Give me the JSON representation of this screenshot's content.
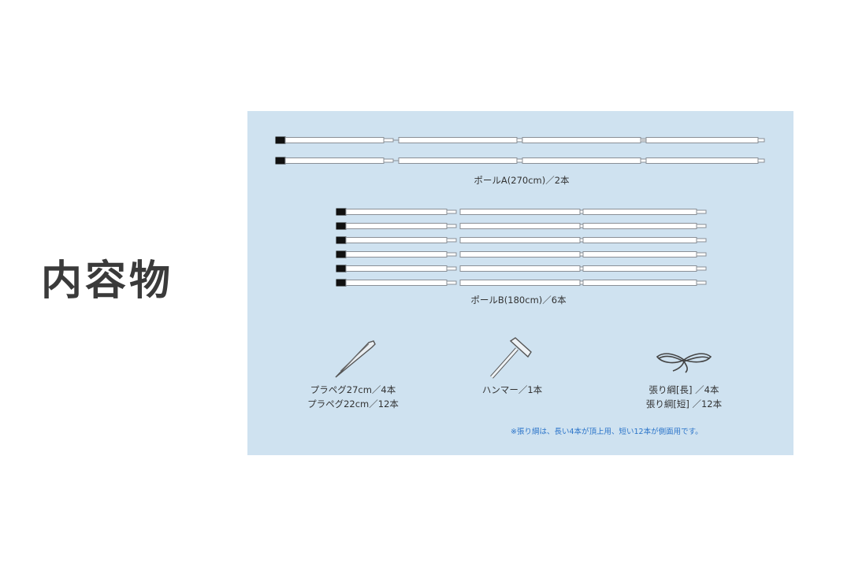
{
  "heading": "内容物",
  "colors": {
    "panel_bg": "#cfe2f0",
    "heading": "#3a3a3a",
    "note": "#2b74c9",
    "pole_cap": "#111111",
    "pole_body": "#ffffff",
    "pole_outline": "#8a8f96"
  },
  "contents": {
    "pole_a": {
      "label": "ポールA(270cm)／2本",
      "count": 2,
      "segments": 4,
      "icon": "pole-icon"
    },
    "pole_b": {
      "label": "ポールB(180cm)／6本",
      "count": 6,
      "segments": 3,
      "icon": "pole-icon"
    },
    "pegs": {
      "line1": "プラペグ27cm／4本",
      "line2": "プラペグ22cm／12本",
      "icon": "peg-icon"
    },
    "hammer": {
      "label": "ハンマー／1本",
      "icon": "hammer-icon"
    },
    "ropes": {
      "line1": "張り綱[長] ／4本",
      "line2": "張り綱[短] ／12本",
      "icon": "rope-icon"
    },
    "note": "※張り綱は、長い4本が頂上用、短い12本が側面用です。"
  }
}
